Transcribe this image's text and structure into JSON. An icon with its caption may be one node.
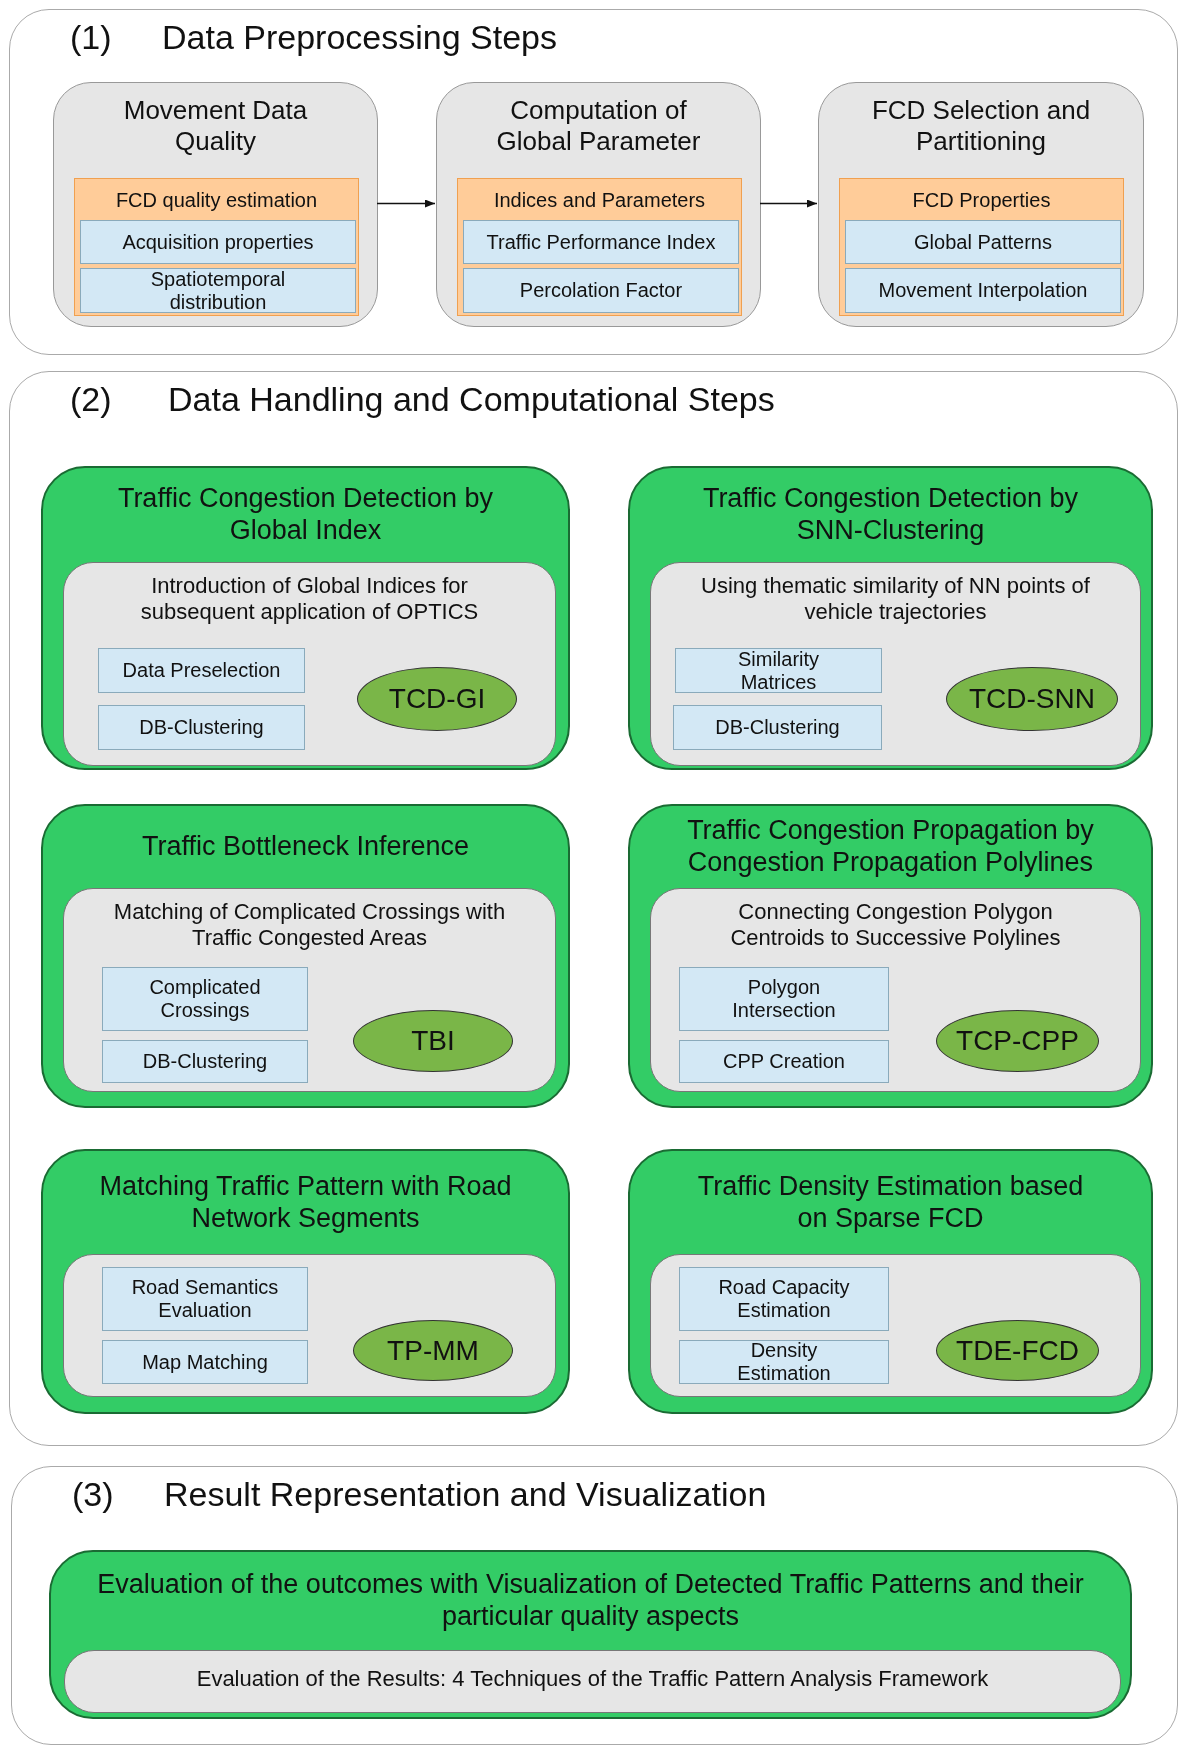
{
  "diagram": {
    "nodes": [
      {
        "text": [
          "(1)",
          "Data Preprocessing Steps"
        ]
      },
      {
        "text": [
          "Movement Data Quality"
        ],
        "in": 0
      },
      {
        "text": [
          "FCD quality estimation"
        ],
        "in": 1
      },
      {
        "text": [
          "Acquisition properties"
        ],
        "in": 2
      },
      {
        "text": [
          "Spatiotemporal distribution"
        ],
        "in": 2
      },
      {
        "text": [
          "Computation of Global Parameter"
        ],
        "in": 0
      },
      {
        "text": [
          "Indices and Parameters"
        ],
        "in": 5
      },
      {
        "text": [
          "Traffic Performance Index"
        ],
        "in": 6
      },
      {
        "text": [
          "Percolation Factor"
        ],
        "in": 6
      },
      {
        "text": [
          "FCD Selection and Partitioning"
        ],
        "in": 0
      },
      {
        "text": [
          "FCD Properties"
        ],
        "in": 9
      },
      {
        "text": [
          "Global Patterns"
        ],
        "in": 10
      },
      {
        "text": [
          "Movement Interpolation"
        ],
        "in": 10
      },
      {
        "text": [
          "(2)",
          "Data Handling and Computational Steps"
        ]
      },
      {
        "text": [
          "Traffic Congestion Detection by Global Index"
        ],
        "in": 13
      },
      {
        "text": [
          "Introduction of Global Indices for subsequent application of OPTICS"
        ],
        "in": 14
      },
      {
        "text": [
          "Data Preselection"
        ],
        "in": 15
      },
      {
        "text": [
          "DB-Clustering"
        ],
        "in": 15
      },
      {
        "text": [
          "TCD-GI"
        ],
        "in": 15
      },
      {
        "text": [
          "Traffic Congestion Detection by SNN-Clustering"
        ],
        "in": 13
      },
      {
        "text": [
          "Using thematic similarity of NN points of vehicle trajectories"
        ],
        "in": 19
      },
      {
        "text": [
          "Similarity Matrices"
        ],
        "in": 20
      },
      {
        "text": [
          "DB-Clustering"
        ],
        "in": 20
      },
      {
        "text": [
          "TCD-SNN"
        ],
        "in": 20
      },
      {
        "text": [
          "Traffic Bottleneck Inference"
        ],
        "in": 13
      },
      {
        "text": [
          "Matching of Complicated Crossings with Traffic Congested Areas"
        ],
        "in": 24
      },
      {
        "text": [
          "Complicated Crossings"
        ],
        "in": 25
      },
      {
        "text": [
          "DB-Clustering"
        ],
        "in": 25
      },
      {
        "text": [
          "TBI"
        ],
        "in": 25
      },
      {
        "text": [
          "Traffic Congestion Propagation by Congestion Propagation Polylines"
        ],
        "in": 13
      },
      {
        "text": [
          "Connecting Congestion Polygon Centroids to Successive Polylines"
        ],
        "in": 29
      },
      {
        "text": [
          "Polygon Intersection"
        ],
        "in": 30
      },
      {
        "text": [
          "CPP Creation"
        ],
        "in": 30
      },
      {
        "text": [
          "TCP-CPP"
        ],
        "in": 30
      },
      {
        "text": [
          "Matching Traffic Pattern with Road Network Segments"
        ],
        "in": 13
      },
      {
        "text": [],
        "shape": "box",
        "in": 34
      },
      {
        "text": [
          "Road Semantics Evaluation"
        ],
        "in": 35
      },
      {
        "text": [
          "Map Matching"
        ],
        "in": 35
      },
      {
        "text": [
          "TP-MM"
        ],
        "in": 35
      },
      {
        "text": [
          "Traffic Density Estimation based on Sparse FCD"
        ],
        "in": 13
      },
      {
        "text": [],
        "shape": "box",
        "in": 39
      },
      {
        "text": [
          "Road Capacity Estimation"
        ],
        "in": 40
      },
      {
        "text": [
          "Density Estimation"
        ],
        "in": 40
      },
      {
        "text": [
          "TDE-FCD"
        ],
        "in": 40
      },
      {
        "text": [
          "(3)",
          "Result Representation and Visualization"
        ]
      },
      {
        "text": [
          "Evaluation of the outcomes with Visualization of Detected Traffic Patterns and their particular quality aspects"
        ],
        "in": 44
      },
      {
        "text": [
          "Evaluation of the Results: 4 Techniques of the Traffic Pattern Analysis Framework"
        ],
        "in": 45
      }
    ],
    "edges": [
      {
        "from": 1,
        "to": 5,
        "arrow": "to"
      },
      {
        "from": 5,
        "to": 9,
        "arrow": "to"
      }
    ]
  }
}
